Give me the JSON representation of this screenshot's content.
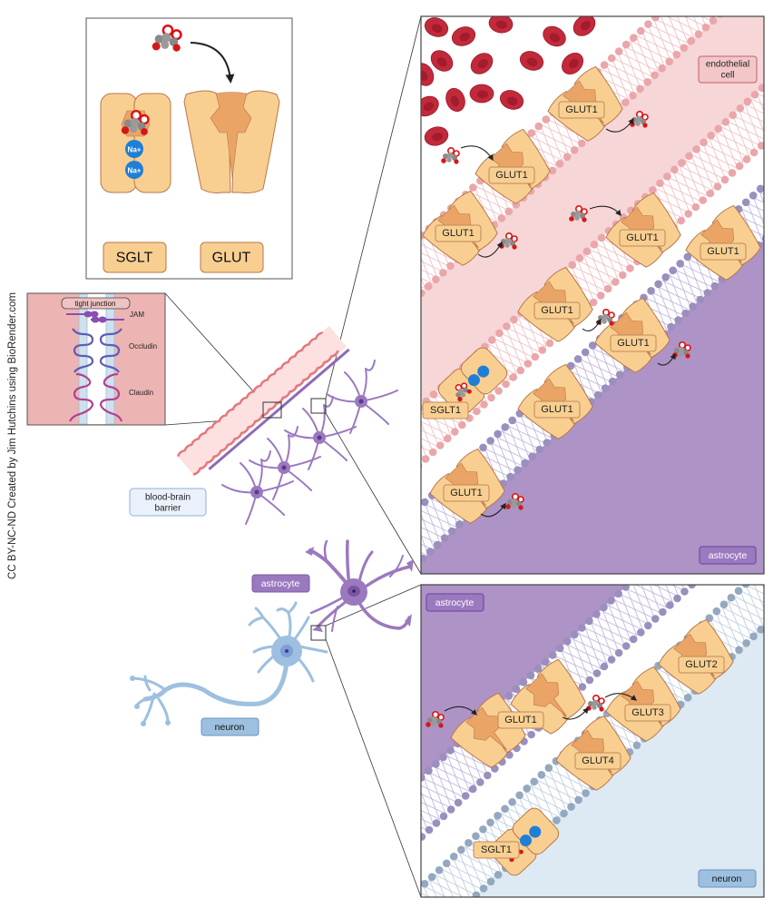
{
  "attribution": "CC BY-NC-ND Created by Jim Hutchins using BioRender.com",
  "overview_box": {
    "sglt_label": "SGLT",
    "glut_label": "GLUT",
    "sodium_ion": "Na+"
  },
  "tight_junction": {
    "title": "tight junction",
    "proteins": [
      "JAM",
      "Occludin",
      "Claudin"
    ]
  },
  "labels": {
    "bbb": [
      "blood-brain",
      "barrier"
    ],
    "astrocyte": "astrocyte",
    "neuron": "neuron"
  },
  "bbb_panel": {
    "endothelial_label": [
      "endothelial",
      "cell"
    ],
    "astrocyte_label": "astrocyte",
    "transporters": [
      "GLUT1",
      "GLUT1",
      "GLUT1",
      "GLUT1",
      "GLUT1",
      "GLUT1",
      "GLUT1",
      "SGLT1",
      "GLUT1",
      "GLUT1"
    ]
  },
  "neuron_panel": {
    "astrocyte_label": "astrocyte",
    "neuron_label": "neuron",
    "transporters": [
      "GLUT1",
      "GLUT3",
      "GLUT2",
      "GLUT4",
      "SGLT1"
    ]
  },
  "colors": {
    "transporter": "#f8cf91",
    "transporter_core": "#eaa465",
    "endothelial": "#f6d6d7",
    "astrocyte": "#ad93c6",
    "neuron": "#dde9f3",
    "red_blood_cell": "#c22a3c",
    "sodium": "#1f7fd6"
  }
}
